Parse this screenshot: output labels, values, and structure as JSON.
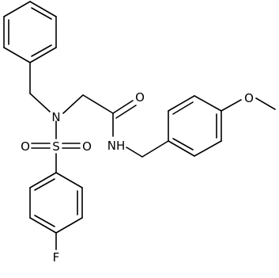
{
  "atoms": {
    "n_sulfonamide": "N",
    "s": "S",
    "o_sulfonyl_left": "O",
    "o_sulfonyl_right": "O",
    "o_carbonyl": "O",
    "nh_amide": "NH",
    "o_methoxy": "O",
    "f": "F"
  },
  "colors": {
    "bond": "#000000",
    "background": "#ffffff"
  }
}
